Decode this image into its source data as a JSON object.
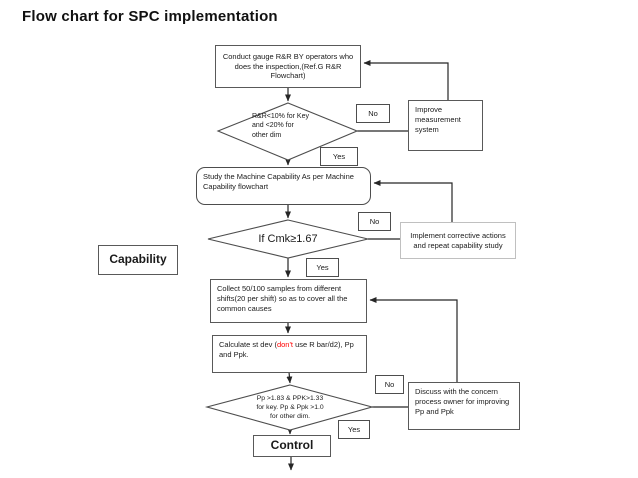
{
  "title": "Flow chart for SPC implementation",
  "nodes": {
    "conduct": {
      "text": "Conduct gauge R&R BY operators who does the inspection,(Ref.G R&R Flowchart)"
    },
    "rr_decision": {
      "line1": "R&R<10% for Key",
      "line2": "and <20% for",
      "line3": "other dim"
    },
    "improve": {
      "text": "Improve measurement system"
    },
    "study": {
      "text": "Study the Machine Capability  As per Machine Capability flowchart"
    },
    "cmk_decision": {
      "text": "If Cmk≥1.67"
    },
    "implement": {
      "text": "Implement corrective actions and repeat capability study"
    },
    "capability_label": {
      "text": "Capability"
    },
    "collect": {
      "text": "Collect  50/100 samples from different shifts(20 per shift) so as to cover all the common causes"
    },
    "calculate": {
      "prefix": "Calculate st dev (",
      "highlight": "don't",
      "suffix": " use R bar/d2), Pp and Ppk."
    },
    "pp_decision": {
      "line1": "Pp >1.83 & PPK>1.33",
      "line2": "for key. Pp & Ppk >1.0",
      "line3": "for other dim."
    },
    "discuss": {
      "text": "Discuss with the concern process owner for improving Pp and Ppk"
    },
    "control": {
      "text": "Control"
    }
  },
  "labels": {
    "no1": "No",
    "yes1": "Yes",
    "no2": "No",
    "yes2": "Yes",
    "no3": "No",
    "yes3": "Yes"
  },
  "colors": {
    "highlight_red": "#ff0000",
    "connector": "#262626",
    "border_dark": "#595959",
    "border_light": "#c0c0c0"
  }
}
